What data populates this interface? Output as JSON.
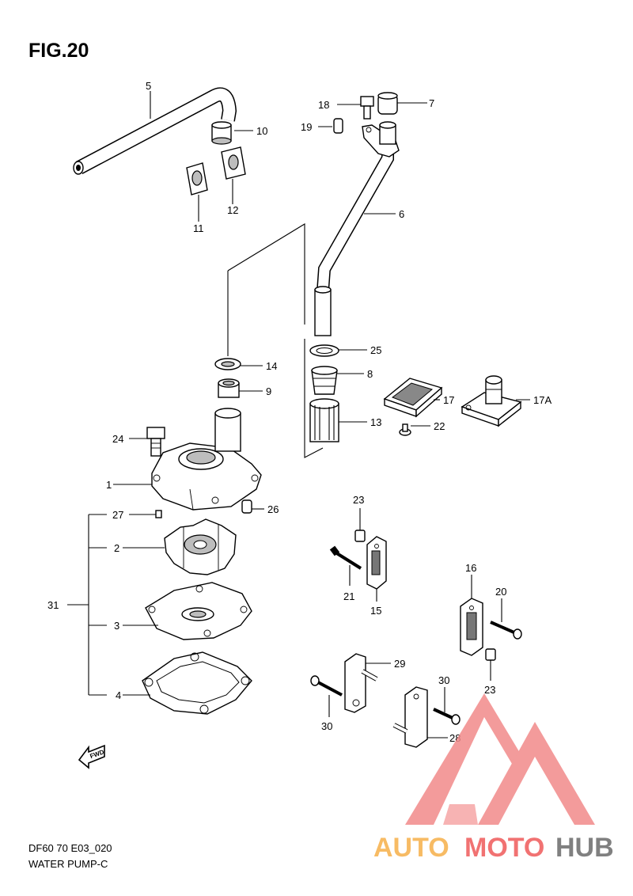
{
  "title": "FIG.20",
  "footer": {
    "code": "DF60 70 E03_020",
    "name": "WATER PUMP-C"
  },
  "fwd_label": "FWD",
  "watermark": {
    "part1": "AUTO",
    "part2": "MOTO",
    "part3": "HUB",
    "color_light": "#f6b04a",
    "color_red": "#ef5a5a",
    "color_dark": "#6b6b6b"
  },
  "callouts": [
    {
      "id": "c5",
      "text": "5"
    },
    {
      "id": "c10",
      "text": "10"
    },
    {
      "id": "c11",
      "text": "11"
    },
    {
      "id": "c12",
      "text": "12"
    },
    {
      "id": "c18",
      "text": "18"
    },
    {
      "id": "c7",
      "text": "7"
    },
    {
      "id": "c19",
      "text": "19"
    },
    {
      "id": "c6",
      "text": "6"
    },
    {
      "id": "c14",
      "text": "14"
    },
    {
      "id": "c9",
      "text": "9"
    },
    {
      "id": "c25",
      "text": "25"
    },
    {
      "id": "c8",
      "text": "8"
    },
    {
      "id": "c13",
      "text": "13"
    },
    {
      "id": "c17",
      "text": "17"
    },
    {
      "id": "c17a",
      "text": "17A"
    },
    {
      "id": "c22",
      "text": "22"
    },
    {
      "id": "c24",
      "text": "24"
    },
    {
      "id": "c1",
      "text": "1"
    },
    {
      "id": "c26",
      "text": "26"
    },
    {
      "id": "c27",
      "text": "27"
    },
    {
      "id": "c2",
      "text": "2"
    },
    {
      "id": "c31",
      "text": "31"
    },
    {
      "id": "c3",
      "text": "3"
    },
    {
      "id": "c4",
      "text": "4"
    },
    {
      "id": "c23a",
      "text": "23"
    },
    {
      "id": "c21",
      "text": "21"
    },
    {
      "id": "c15",
      "text": "15"
    },
    {
      "id": "c16",
      "text": "16"
    },
    {
      "id": "c20",
      "text": "20"
    },
    {
      "id": "c23b",
      "text": "23"
    },
    {
      "id": "c29",
      "text": "29"
    },
    {
      "id": "c30a",
      "text": "30"
    },
    {
      "id": "c30b",
      "text": "30"
    },
    {
      "id": "c28",
      "text": "28"
    }
  ]
}
